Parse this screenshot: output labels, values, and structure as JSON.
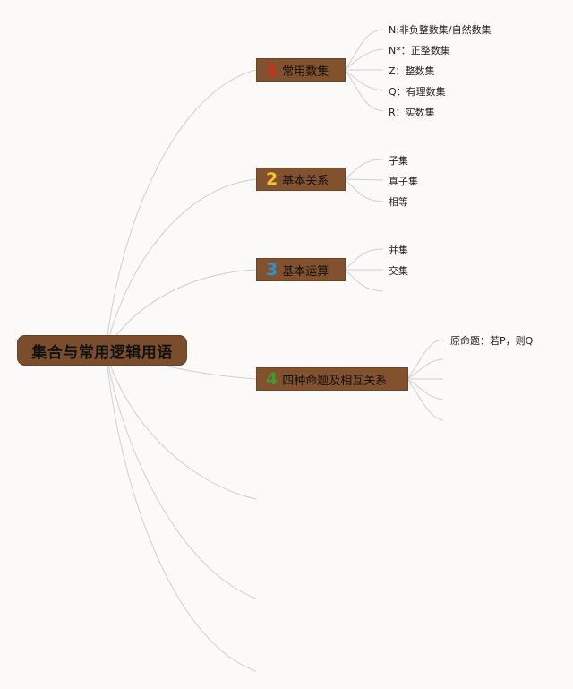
{
  "root": {
    "label": "集合与常用逻辑用语"
  },
  "branches": [
    {
      "num": "1",
      "num_color": "#d42b1e",
      "label": "常用数集",
      "leaves": [
        "N:非负整数集/自然数集",
        "N*：正整数集",
        "Z：整数集",
        "Q：有理数集",
        "R：实数集"
      ]
    },
    {
      "num": "2",
      "num_color": "#f2c230",
      "label": "基本关系",
      "leaves": [
        "子集",
        "真子集",
        "相等"
      ]
    },
    {
      "num": "3",
      "num_color": "#2f8fd0",
      "label": "基本运算",
      "leaves": [
        "并集",
        "交集"
      ]
    },
    {
      "num": "4",
      "num_color": "#3f9a2f",
      "label": "四种命题及相互关系",
      "leaves": [
        "原命题：若P，则Q"
      ]
    }
  ],
  "colors": {
    "node_fill": "#82512e",
    "line": "#cfcfcf"
  }
}
